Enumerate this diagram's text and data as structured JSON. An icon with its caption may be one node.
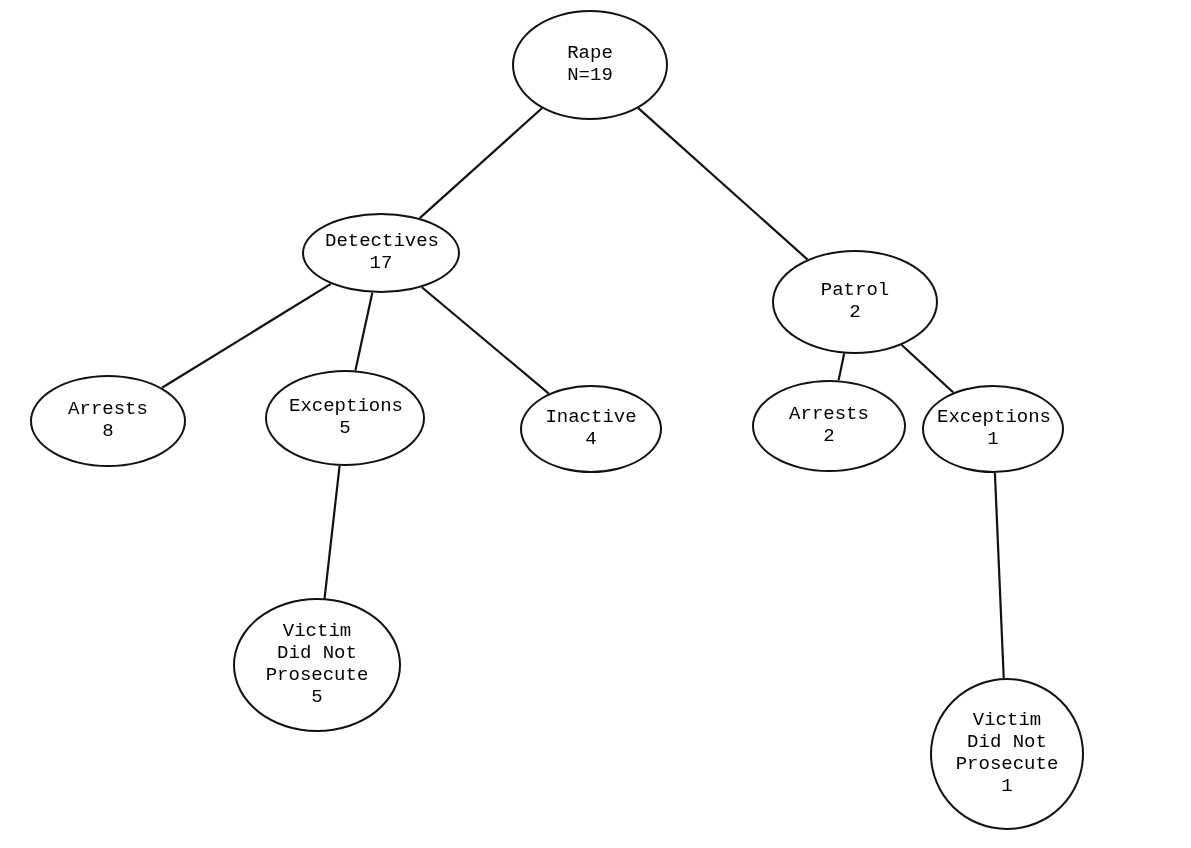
{
  "diagram": {
    "nodes": [
      {
        "text": [
          "Rape",
          "N=19"
        ]
      },
      {
        "text": [
          "Detectives",
          "17"
        ]
      },
      {
        "text": [
          "Patrol",
          "2"
        ]
      },
      {
        "text": [
          "Arrests",
          "8"
        ]
      },
      {
        "text": [
          "Exceptions",
          "5"
        ]
      },
      {
        "text": [
          "Inactive",
          "4"
        ]
      },
      {
        "text": [
          "Arrests",
          "2"
        ]
      },
      {
        "text": [
          "Exceptions",
          "1"
        ]
      },
      {
        "text": [
          "Victim Did Not Prosecute",
          "5"
        ]
      },
      {
        "text": [
          "Victim Did Not Prosecute",
          "1"
        ]
      }
    ],
    "edges": [
      {
        "from": 0,
        "to": 1,
        "arrow": "none"
      },
      {
        "from": 0,
        "to": 2,
        "arrow": "none"
      },
      {
        "from": 1,
        "to": 3,
        "arrow": "none"
      },
      {
        "from": 1,
        "to": 4,
        "arrow": "none"
      },
      {
        "from": 1,
        "to": 5,
        "arrow": "none"
      },
      {
        "from": 2,
        "to": 6,
        "arrow": "none"
      },
      {
        "from": 2,
        "to": 7,
        "arrow": "none"
      },
      {
        "from": 4,
        "to": 8,
        "arrow": "none"
      },
      {
        "from": 7,
        "to": 9,
        "arrow": "none"
      }
    ]
  }
}
